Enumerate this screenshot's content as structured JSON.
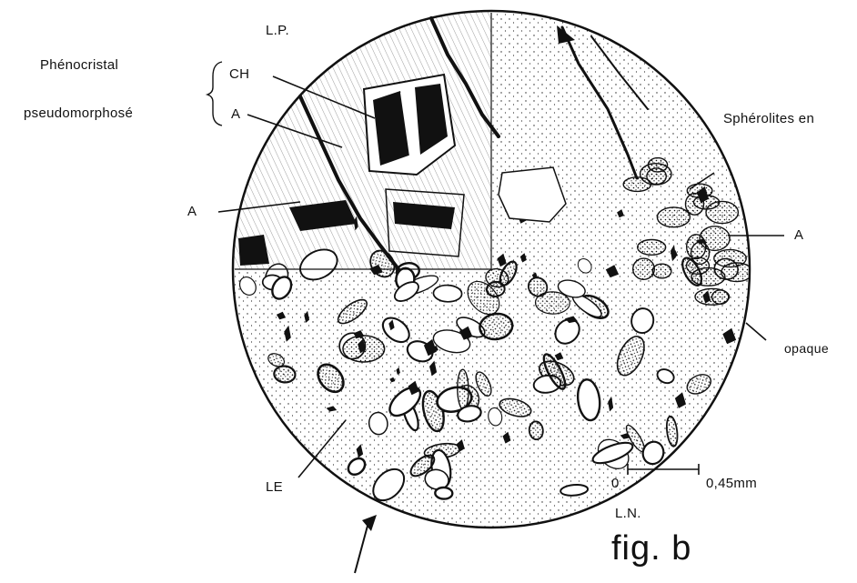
{
  "labels": {
    "lp": "L.P.",
    "phenocristal": "Phénocristal",
    "pseudomorphose": "pseudomorphosé",
    "ch": "CH",
    "a_upper": "A",
    "a_left": "A",
    "a_right": "A",
    "spherolites": "Sphérolites en",
    "opaque": "opaque",
    "le": "LE",
    "ln": "L.N.",
    "scale_zero": "0",
    "scale_value": "0,45mm",
    "figure": "fig. b"
  },
  "colors": {
    "ink": "#111111",
    "paper": "#ffffff"
  }
}
